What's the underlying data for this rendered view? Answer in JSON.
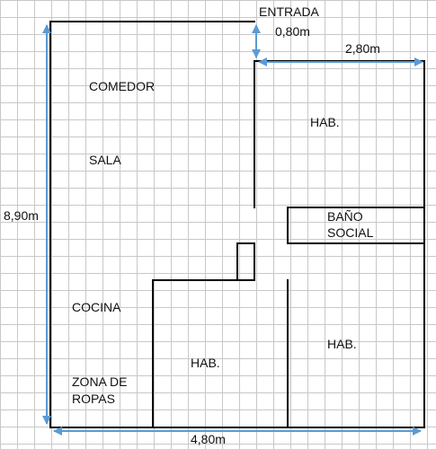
{
  "colors": {
    "grid": "#c8c8c8",
    "wall": "#000000",
    "arrow": "#5b9bd5",
    "background": "#ffffff"
  },
  "rooms": {
    "comedor": "COMEDOR",
    "sala": "SALA",
    "hab_top": "HAB.",
    "bano_line1": "BAÑO",
    "bano_line2": "SOCIAL",
    "cocina": "COCINA",
    "hab_center": "HAB.",
    "hab_right": "HAB.",
    "zona_line1": "ZONA DE",
    "zona_line2": "ROPAS"
  },
  "labels": {
    "entrance": "ENTRADA"
  },
  "dimensions": {
    "entrance_width": "0,80m",
    "right_width": "2,80m",
    "height": "8,90m",
    "total_width": "4,80m"
  }
}
